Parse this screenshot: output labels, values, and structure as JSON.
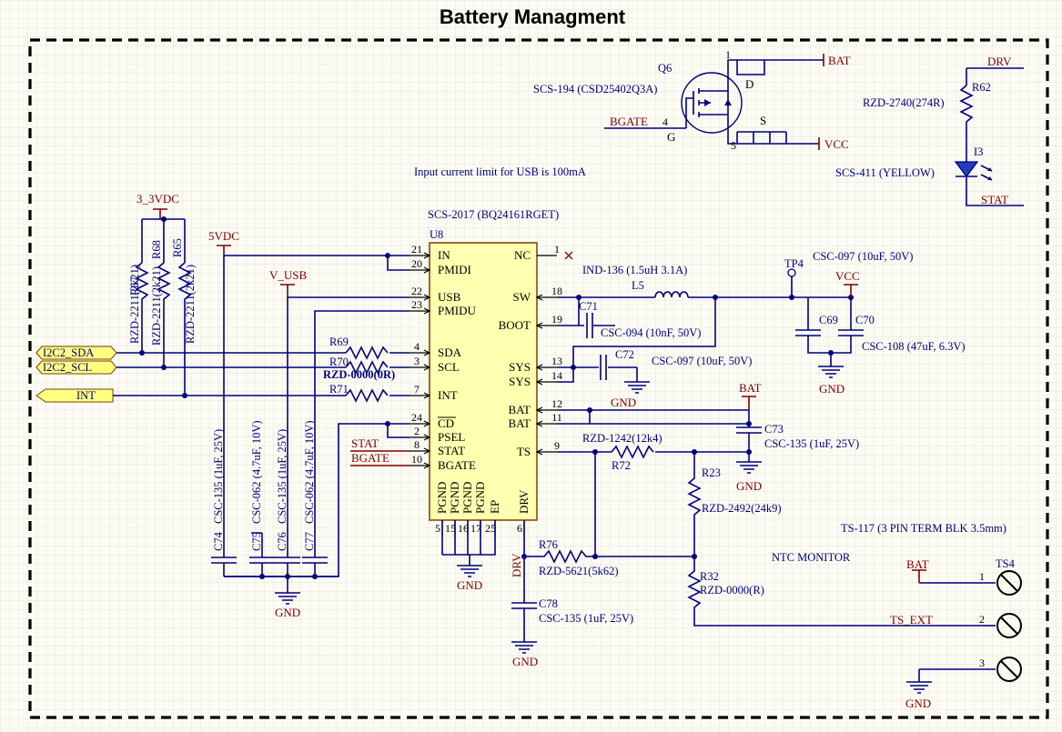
{
  "title": "Battery Managment",
  "notes": {
    "usb_limit": "Input current limit for USB is 100mA",
    "ntc": "NTC MONITOR",
    "ts_block": "TS-117 (3 PIN TERM BLK 3.5mm)"
  },
  "ic": {
    "ref": "U8",
    "part": "SCS-2017 (BQ24161RGET)",
    "left_pins": [
      {
        "num": "21",
        "name": "IN"
      },
      {
        "num": "20",
        "name": "PMIDI"
      },
      {
        "num": "22",
        "name": "USB"
      },
      {
        "num": "23",
        "name": "PMIDU"
      },
      {
        "num": "4",
        "name": "SDA"
      },
      {
        "num": "3",
        "name": "SCL"
      },
      {
        "num": "7",
        "name": "INT"
      },
      {
        "num": "24",
        "name": "CD"
      },
      {
        "num": "2",
        "name": "PSEL"
      },
      {
        "num": "8",
        "name": "STAT"
      },
      {
        "num": "10",
        "name": "BGATE"
      }
    ],
    "right_pins": [
      {
        "num": "1",
        "name": "NC"
      },
      {
        "num": "18",
        "name": "SW"
      },
      {
        "num": "19",
        "name": "BOOT"
      },
      {
        "num": "13",
        "name": "SYS"
      },
      {
        "num": "14",
        "name": "SYS"
      },
      {
        "num": "12",
        "name": "BAT"
      },
      {
        "num": "11",
        "name": "BAT"
      },
      {
        "num": "9",
        "name": "TS"
      }
    ],
    "bottom_pins": [
      {
        "num": "5",
        "name": "PGND"
      },
      {
        "num": "15",
        "name": "PGND"
      },
      {
        "num": "16",
        "name": "PGND"
      },
      {
        "num": "17",
        "name": "PGND"
      },
      {
        "num": "25",
        "name": "EP"
      },
      {
        "num": "6",
        "name": "DRV"
      }
    ]
  },
  "mosfet": {
    "ref": "Q6",
    "part": "SCS-194 (CSD25402Q3A)",
    "gate_net": "BGATE",
    "gate_pin": "4",
    "g": "G",
    "d": "D",
    "s": "S",
    "d_pin": "1",
    "s_pin": "5"
  },
  "led": {
    "r_ref": "R62",
    "r_part": "RZD-2740(274R)",
    "ref": "I3",
    "part": "SCS-411 (YELLOW)",
    "top_net": "DRV",
    "bot_net": "STAT"
  },
  "inductor": {
    "ref": "L5",
    "part": "IND-136 (1.5uH 3.1A)"
  },
  "testpoint": {
    "ref": "TP4"
  },
  "caps": {
    "c71": {
      "ref": "C71",
      "part": "CSC-094 (10nF, 50V)"
    },
    "c72": {
      "ref": "C72",
      "part": "CSC-097 (10uF, 50V)"
    },
    "c69": {
      "ref": "C69"
    },
    "c70": {
      "ref": "C70"
    },
    "c69_70_part": "CSC-108 (47uF, 6.3V)",
    "out_part": "CSC-097 (10uF, 50V)",
    "c73": {
      "ref": "C73",
      "part": "CSC-135 (1uF, 25V)"
    },
    "c78": {
      "ref": "C78",
      "part": "CSC-135 (1uF, 25V)"
    },
    "c74": {
      "ref": "C74",
      "part": "CSC-135 (1uF, 25V)"
    },
    "c75": {
      "ref": "C75",
      "part": "CSC-062 (4.7uF, 10V)"
    },
    "c76": {
      "ref": "C76",
      "part": "CSC-135 (1uF, 25V)"
    },
    "c77": {
      "ref": "C77",
      "part": "CSC-062 (4.7uF, 10V)"
    }
  },
  "resistors": {
    "r67": {
      "ref": "R67",
      "part": "RZD-2211(2k21)"
    },
    "r68": {
      "ref": "R68",
      "part": "RZD-2211(2k21)"
    },
    "r65": {
      "ref": "R65",
      "part": "RZD-2211(2k21)"
    },
    "r69": {
      "ref": "R69"
    },
    "r70": {
      "ref": "R70"
    },
    "r69_70_part": "RZD-0000(0R)",
    "r71": {
      "ref": "R71"
    },
    "r72": {
      "ref": "R72",
      "part": "RZD-1242(12k4)"
    },
    "r23": {
      "ref": "R23",
      "part": "RZD-2492(24k9)"
    },
    "r76": {
      "ref": "R76",
      "part": "RZD-5621(5k62)"
    },
    "r32": {
      "ref": "R32",
      "part": "RZD-0000(R)"
    }
  },
  "ports": {
    "sda": "I2C2_SDA",
    "scl": "I2C2_SCL",
    "int": "INT"
  },
  "nets": {
    "v33": "3_3VDC",
    "v5": "5VDC",
    "vusb": "V_USB",
    "bat": "BAT",
    "vcc": "VCC",
    "gnd": "GND",
    "stat": "STAT",
    "bgate": "BGATE",
    "drv": "DRV",
    "ts_ext": "TS_EXT"
  },
  "terminal": {
    "ref": "TS4",
    "pins": [
      "1",
      "2",
      "3"
    ]
  }
}
